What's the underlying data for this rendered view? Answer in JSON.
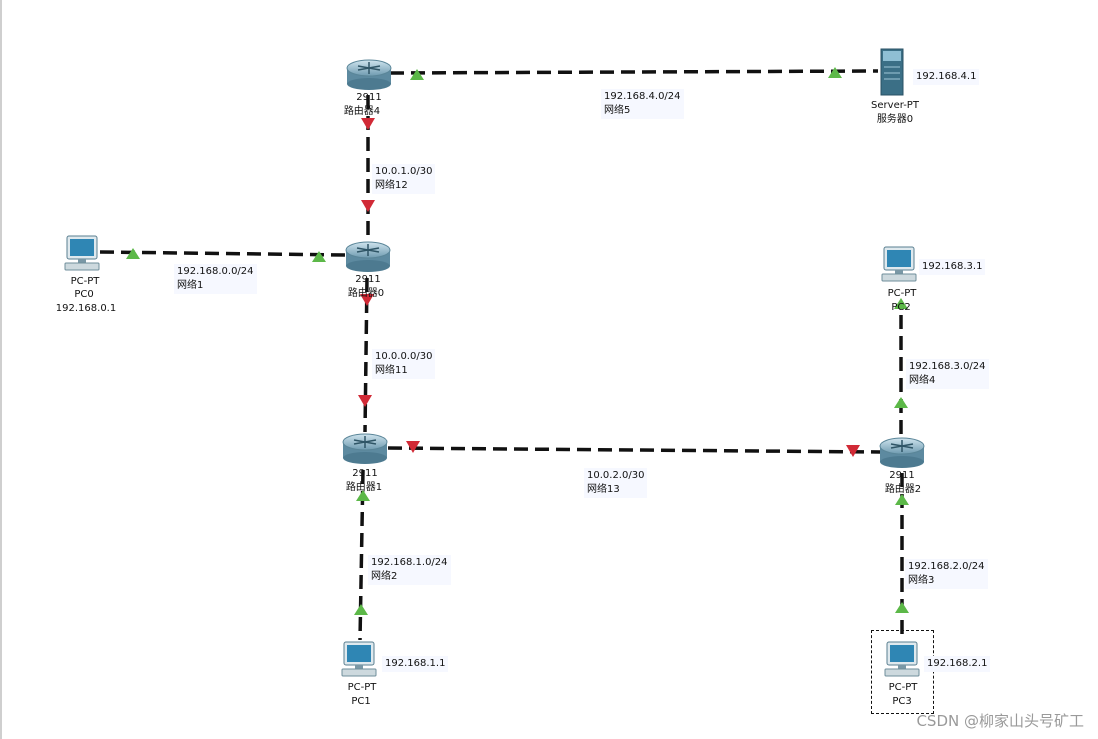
{
  "routers": [
    {
      "id": "r4",
      "model": "2911",
      "name": "路由器4"
    },
    {
      "id": "r0",
      "model": "2911",
      "name": "路由器0"
    },
    {
      "id": "r1",
      "model": "2911",
      "name": "路由器1"
    },
    {
      "id": "r2",
      "model": "2911",
      "name": "路由器2"
    }
  ],
  "pcs": [
    {
      "id": "pc0",
      "type": "PC-PT",
      "name": "PC0",
      "ip": "192.168.0.1"
    },
    {
      "id": "pc1",
      "type": "PC-PT",
      "name": "PC1",
      "ip": "192.168.1.1"
    },
    {
      "id": "pc2",
      "type": "PC-PT",
      "name": "PC2",
      "ip": "192.168.3.1"
    },
    {
      "id": "pc3",
      "type": "PC-PT",
      "name": "PC3",
      "ip": "192.168.2.1"
    }
  ],
  "server": {
    "type": "Server-PT",
    "name": "服务器0",
    "ip": "192.168.4.1"
  },
  "networks": [
    {
      "id": "n5",
      "cidr": "192.168.4.0/24",
      "name": "网络5"
    },
    {
      "id": "n12",
      "cidr": "10.0.1.0/30",
      "name": "网络12"
    },
    {
      "id": "n1",
      "cidr": "192.168.0.0/24",
      "name": "网络1"
    },
    {
      "id": "n11",
      "cidr": "10.0.0.0/30",
      "name": "网络11"
    },
    {
      "id": "n13",
      "cidr": "10.0.2.0/30",
      "name": "网络13"
    },
    {
      "id": "n4",
      "cidr": "192.168.3.0/24",
      "name": "网络4"
    },
    {
      "id": "n2",
      "cidr": "192.168.1.0/24",
      "name": "网络2"
    },
    {
      "id": "n3",
      "cidr": "192.168.2.0/24",
      "name": "网络3"
    }
  ],
  "colors": {
    "link_up": "#5cb848",
    "link_down": "#d12a36",
    "cable": "#111111"
  },
  "watermark": "CSDN @柳家山头号矿工"
}
